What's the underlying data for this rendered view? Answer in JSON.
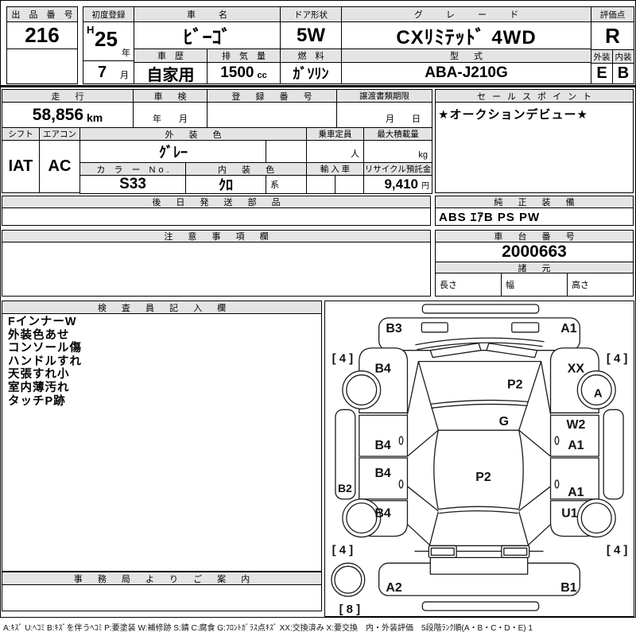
{
  "top": {
    "auction_no_label": "出 品 番 号",
    "auction_no": "216",
    "first_reg_label": "初度登録",
    "era": "H",
    "reg_year": "25",
    "year_unit": "年",
    "reg_month": "7",
    "month_unit": "月",
    "name_label": "車 名",
    "name": "ﾋﾞｰｺﾞ",
    "history_label": "車 歴",
    "history": "自家用",
    "disp_label": "排 気 量",
    "disp": "1500",
    "disp_unit": "cc",
    "door_label": "ドア形状",
    "door": "5W",
    "fuel_label": "燃 料",
    "fuel": "ｶﾞｿﾘﾝ",
    "grade_label": "グ レ ー ド",
    "grade": "CXﾘﾐﾃｯﾄﾞ 4WD",
    "model_label": "型 式",
    "model": "ABA-J210G",
    "score_label": "評価点",
    "score": "R",
    "ext_label": "外装",
    "ext": "E",
    "int_label": "内装",
    "int": "B"
  },
  "mid": {
    "mileage_label": "走 行",
    "mileage": "58,856",
    "mileage_unit": "km",
    "inspection_label": "車 検",
    "inspection_hint": "年　　月",
    "regno_label": "登 録 番 号",
    "transfer_label": "譲渡書類期限",
    "transfer_hint": "月　　日",
    "shift_label": "シフト",
    "shift": "IAT",
    "aircon_label": "エアコン",
    "aircon": "AC",
    "extcolor_label": "外 装 色",
    "extcolor": "ｸﾞﾚｰ",
    "capacity_label": "乗車定員",
    "capacity_unit": "人",
    "maxload_label": "最大積載量",
    "maxload_unit": "kg",
    "colorno_label": "カ ラ ー No.",
    "colorno": "S33",
    "intcolor_label": "内 装 色",
    "intcolor": "ｸﾛ",
    "intcolor_suffix": "系",
    "import_label": "輸 入 車",
    "recycle_label": "リサイクル預託金",
    "recycle": "9,410",
    "recycle_unit": "円",
    "salespoint_label": "セールスポイント",
    "salespoint": "★オークションデビュー★"
  },
  "sections": {
    "later_parts_label": "後 日 発 送 部 品",
    "oem_label": "純 正 装 備",
    "oem": "ABS ｴｱB PS PW",
    "notes_label": "注 意 事 項 欄",
    "chassis_label": "車 台 番 号",
    "chassis": "2000663",
    "dims_label": "諸 元",
    "len_label": "長さ",
    "wid_label": "幅",
    "hei_label": "高さ",
    "inspector_label": "検 査 員 記 入 欄",
    "inspector_lines": [
      "FインナーW",
      "外装色あせ",
      "コンソール傷",
      "ハンドルすれ",
      "天張すれ小",
      "室内薄汚れ",
      "タッチP跡"
    ],
    "office_label": "事 務 局 よ り ご 案 内"
  },
  "diagram": {
    "front_bumper_l": "B3",
    "front_bumper_r": "A1",
    "tire_fl": "[ 4 ]",
    "tire_fr": "[ 4 ]",
    "tire_rl": "[ 4 ]",
    "tire_rr": "[ 4 ]",
    "spare": "[ 8 ]",
    "fender_fl": "B4",
    "fender_fr": "XX",
    "wheel_fr": "A",
    "hood": "P2",
    "cowl": "G",
    "door_fl": "B4",
    "door_fr_1": "W2",
    "door_fr_2": "A1",
    "door_rl": "B4",
    "roof": "P2",
    "door_rr": "A1",
    "sill_l": "B2",
    "fender_rl": "B4",
    "fender_rr": "U1",
    "rear_bumper_l": "A2",
    "rear_bumper_r": "B1"
  },
  "legend": "A:ｷｽﾞ U:ﾍｺﾐ B:ｷｽﾞを伴うﾍｺﾐ P:要塗装 W:補修跡 S:錆 C:腐食 G:ﾌﾛﾝﾄｶﾞﾗｽ点ｷｽﾞ XX:交換済み X:要交換　内・外装評価　5段階ﾗﾝｸ順(A・B・C・D・E) 1"
}
